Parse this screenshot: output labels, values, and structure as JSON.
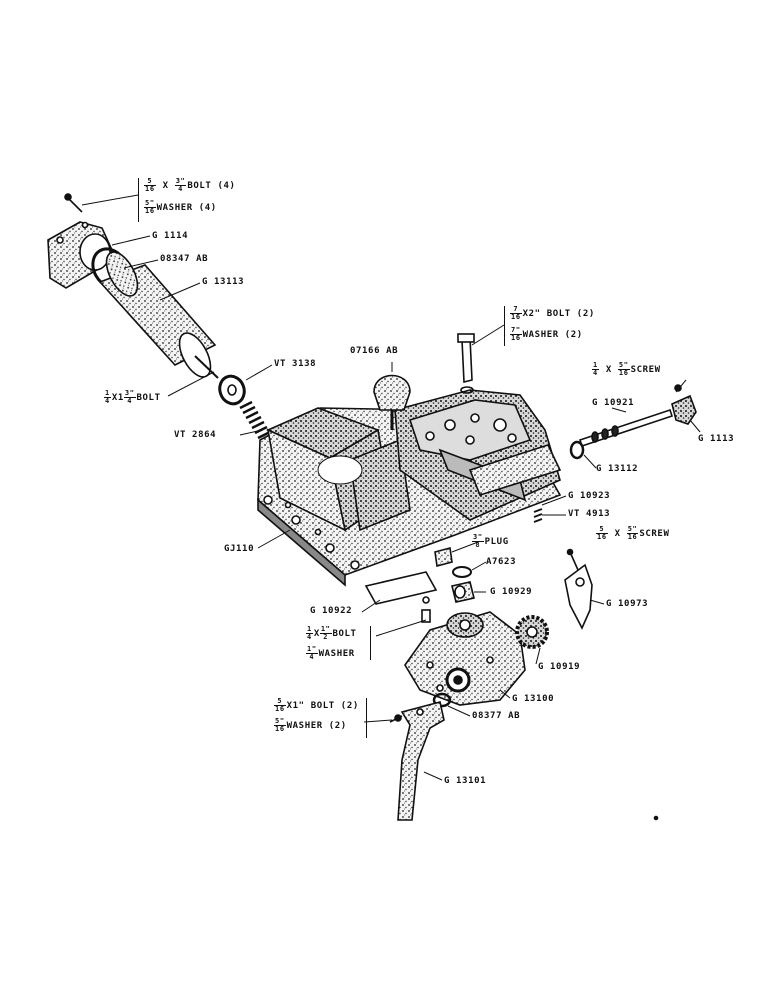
{
  "labels": {
    "g1114": "G 1114",
    "l08347": "08347 AB",
    "g13113": "G 13113",
    "vt3138": "VT 3138",
    "vt2864": "VT 2864",
    "l07166": "07166 AB",
    "g10921": "G 10921",
    "g1113": "G 1113",
    "g13112": "G 13112",
    "g10923": "G 10923",
    "vt4913": "VT 4913",
    "gj110": "GJ110",
    "a7623": "A7623",
    "g10929": "G 10929",
    "g10922": "G 10922",
    "g10973": "G 10973",
    "g10919": "G 10919",
    "g13100": "G 13100",
    "l08377": "08377 AB",
    "g13101": "G 13101"
  },
  "callouts": {
    "top_bolt": {
      "n": "5",
      "d": "16",
      "mid": "X",
      "n2": "3\"",
      "d2": "4",
      "text": "BOLT (4)"
    },
    "top_washer": {
      "n": "5\"",
      "d": "16",
      "text": "WASHER (4)"
    },
    "bolt_716": {
      "n": "7",
      "d": "16",
      "text": "X2\" BOLT (2)"
    },
    "washer_716": {
      "n": "7\"",
      "d": "16",
      "text": "WASHER (2)"
    },
    "screw_14": {
      "n": "1",
      "d": "4",
      "mid": "X",
      "n2": "5\"",
      "d2": "16",
      "text": "SCREW"
    },
    "bolt_14x134": {
      "n": "1",
      "d": "4",
      "mid": "X1",
      "n2": "3\"",
      "d2": "4",
      "text": "BOLT"
    },
    "plug": {
      "n": "3\"",
      "d": "8",
      "text": "PLUG"
    },
    "screw_516": {
      "n": "5",
      "d": "16",
      "mid": "X",
      "n2": "5\"",
      "d2": "16",
      "text": "SCREW"
    },
    "bolt_14x12": {
      "n": "1",
      "d": "4",
      "mid": "X",
      "n2": "1\"",
      "d2": "2",
      "text": "BOLT"
    },
    "washer_14": {
      "n": "1\"",
      "d": "4",
      "text": "WASHER"
    },
    "bolt_516x1": {
      "n": "5",
      "d": "16",
      "text": "X1\" BOLT (2)"
    },
    "washer_516": {
      "n": "5\"",
      "d": "16",
      "text": "WASHER (2)"
    }
  }
}
